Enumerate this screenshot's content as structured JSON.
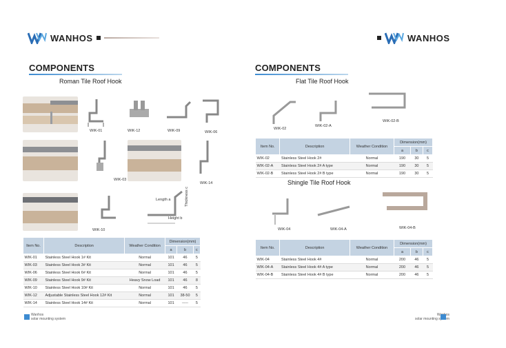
{
  "brand": {
    "name": "WANHOS",
    "footer_name": "Wanhos",
    "footer_tagline": "solar mounting system"
  },
  "left": {
    "heading": "COMPONENTS",
    "subtitle": "Roman Tile Roof Hook",
    "captions": [
      "WIK-01",
      "WIK-12",
      "WIK-09",
      "WIK-06",
      "WIK-03",
      "WIK-14",
      "WIK-10",
      "Length a",
      "Thickness c",
      "Height b"
    ],
    "table": {
      "headers": [
        "Item No.",
        "Description",
        "Weather Condition"
      ],
      "dim_header": "Dimension(mm)",
      "dim_cols": [
        "a",
        "b",
        "c"
      ],
      "rows": [
        [
          "WIK-01",
          "Stainless Steel Hook 1# Kit",
          "Normal",
          "101",
          "46",
          "5"
        ],
        [
          "WIK-03",
          "Stainless Steel Hook 3# Kit",
          "Normal",
          "101",
          "46",
          "5"
        ],
        [
          "WIK-06",
          "Stainless Steel Hook 6# Kit",
          "Normal",
          "101",
          "46",
          "5"
        ],
        [
          "WIK-09",
          "Stainless Steel Hook 9# Kit",
          "Heavy Snow Load",
          "101",
          "46",
          "8"
        ],
        [
          "WIK-10",
          "Stainless Steel Hook 10# Kit",
          "Normal",
          "101",
          "46",
          "5"
        ],
        [
          "WIK-12",
          "Adjustable Stainless Steel Hook 12# Kit",
          "Normal",
          "101",
          "38-50",
          "5"
        ],
        [
          "WIK-14",
          "Stainless Steel Hook 14# Kit",
          "Normal",
          "101",
          "-----",
          "5"
        ]
      ]
    }
  },
  "right": {
    "heading": "COMPONENTS",
    "flat": {
      "subtitle": "Flat Tile Roof Hook",
      "captions": [
        "WIK-02",
        "WIK-02-A",
        "WIK-02-B"
      ],
      "table": {
        "headers": [
          "Item No.",
          "Description",
          "Weather Condition"
        ],
        "dim_header": "Dimension(mm)",
        "dim_cols": [
          "a",
          "b",
          "c"
        ],
        "rows": [
          [
            "WIK-02",
            "Stainless Steel Hook 2#",
            "Normal",
            "190",
            "30",
            "5"
          ],
          [
            "WIK-02-A",
            "Stainless Steel Hook 2# A type",
            "Normal",
            "190",
            "30",
            "5"
          ],
          [
            "WIK-02-B",
            "Stainless Steel Hook 2# B type",
            "Normal",
            "190",
            "30",
            "5"
          ]
        ]
      }
    },
    "shingle": {
      "subtitle": "Shingle Tile Roof Hook",
      "captions": [
        "WIK-04",
        "WIK-04-A",
        "WIK-04-B"
      ],
      "table": {
        "headers": [
          "Item No.",
          "Description",
          "Weather Condition"
        ],
        "dim_header": "Dimension(mm)",
        "dim_cols": [
          "a",
          "b",
          "c"
        ],
        "rows": [
          [
            "WIK-04",
            "Stainless Steel Hook 4#",
            "Normal",
            "200",
            "46",
            "5"
          ],
          [
            "WIK-04-A",
            "Stainless Steel Hook 4# A type",
            "Normal",
            "200",
            "46",
            "5"
          ],
          [
            "WIK-04-B",
            "Stainless Steel Hook 4# B type",
            "Normal",
            "200",
            "46",
            "5"
          ]
        ]
      }
    }
  }
}
